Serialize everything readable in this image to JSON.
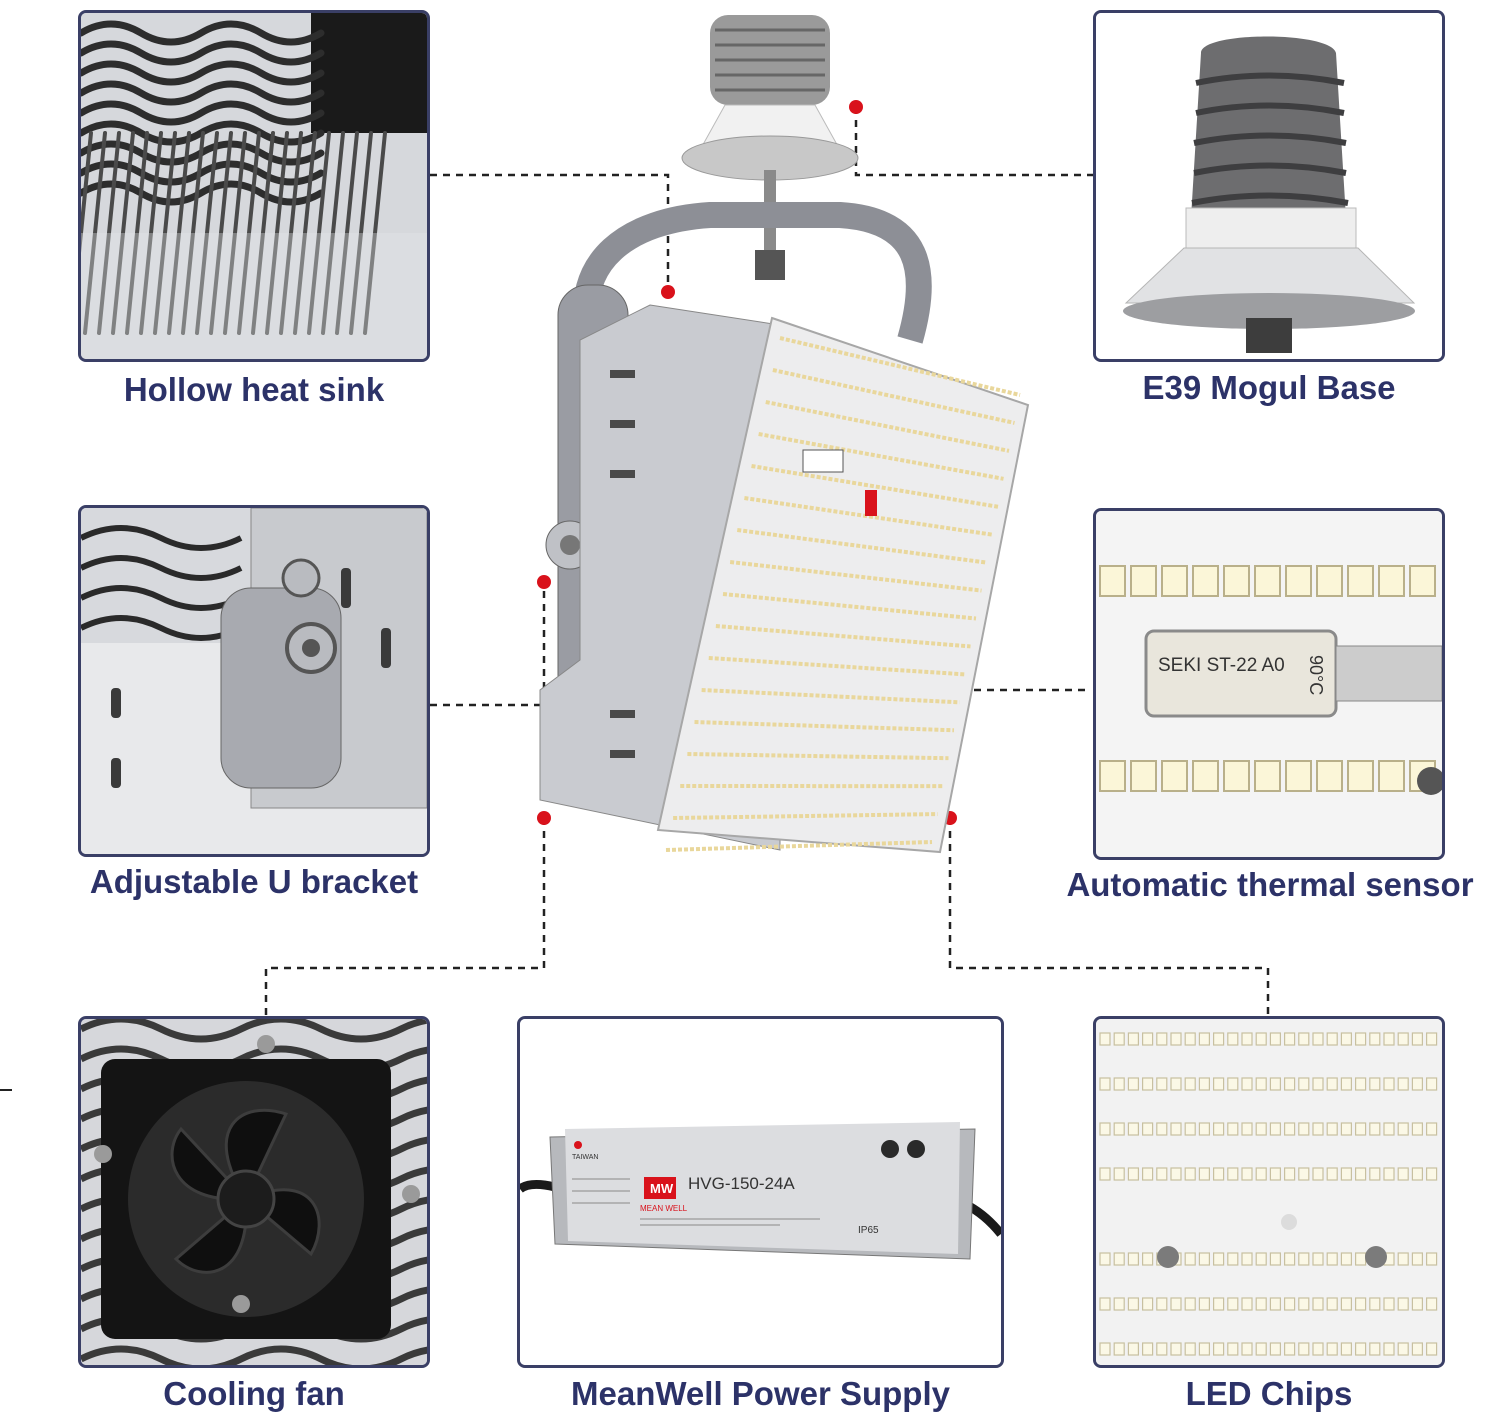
{
  "colors": {
    "panel_border": "#3a3f66",
    "caption_text": "#2c3268",
    "marker": "#d9121b",
    "connector": "#222222"
  },
  "features": [
    {
      "id": "heat-sink",
      "caption": "Hollow heat sink",
      "icon": "heat-sink-photo"
    },
    {
      "id": "mogul-base",
      "caption": "E39 Mogul Base",
      "icon": "mogul-base-photo"
    },
    {
      "id": "u-bracket",
      "caption": "Adjustable U bracket",
      "icon": "u-bracket-photo"
    },
    {
      "id": "thermal-sensor",
      "caption": "Automatic thermal sensor",
      "icon": "thermal-sensor-photo"
    },
    {
      "id": "cooling-fan",
      "caption": "Cooling fan",
      "icon": "cooling-fan-photo"
    },
    {
      "id": "power-supply",
      "caption": "MeanWell Power Supply",
      "icon": "power-supply-photo"
    },
    {
      "id": "led-chips",
      "caption": "LED Chips",
      "icon": "led-chips-photo"
    }
  ],
  "sensor_label": {
    "model": "SEKI ST-22 A0",
    "temp": "90°C"
  },
  "driver_label": {
    "model": "HVG-150-24A",
    "brand": "MEAN WELL",
    "origin": "TAIWAN",
    "rating": "IP65"
  }
}
